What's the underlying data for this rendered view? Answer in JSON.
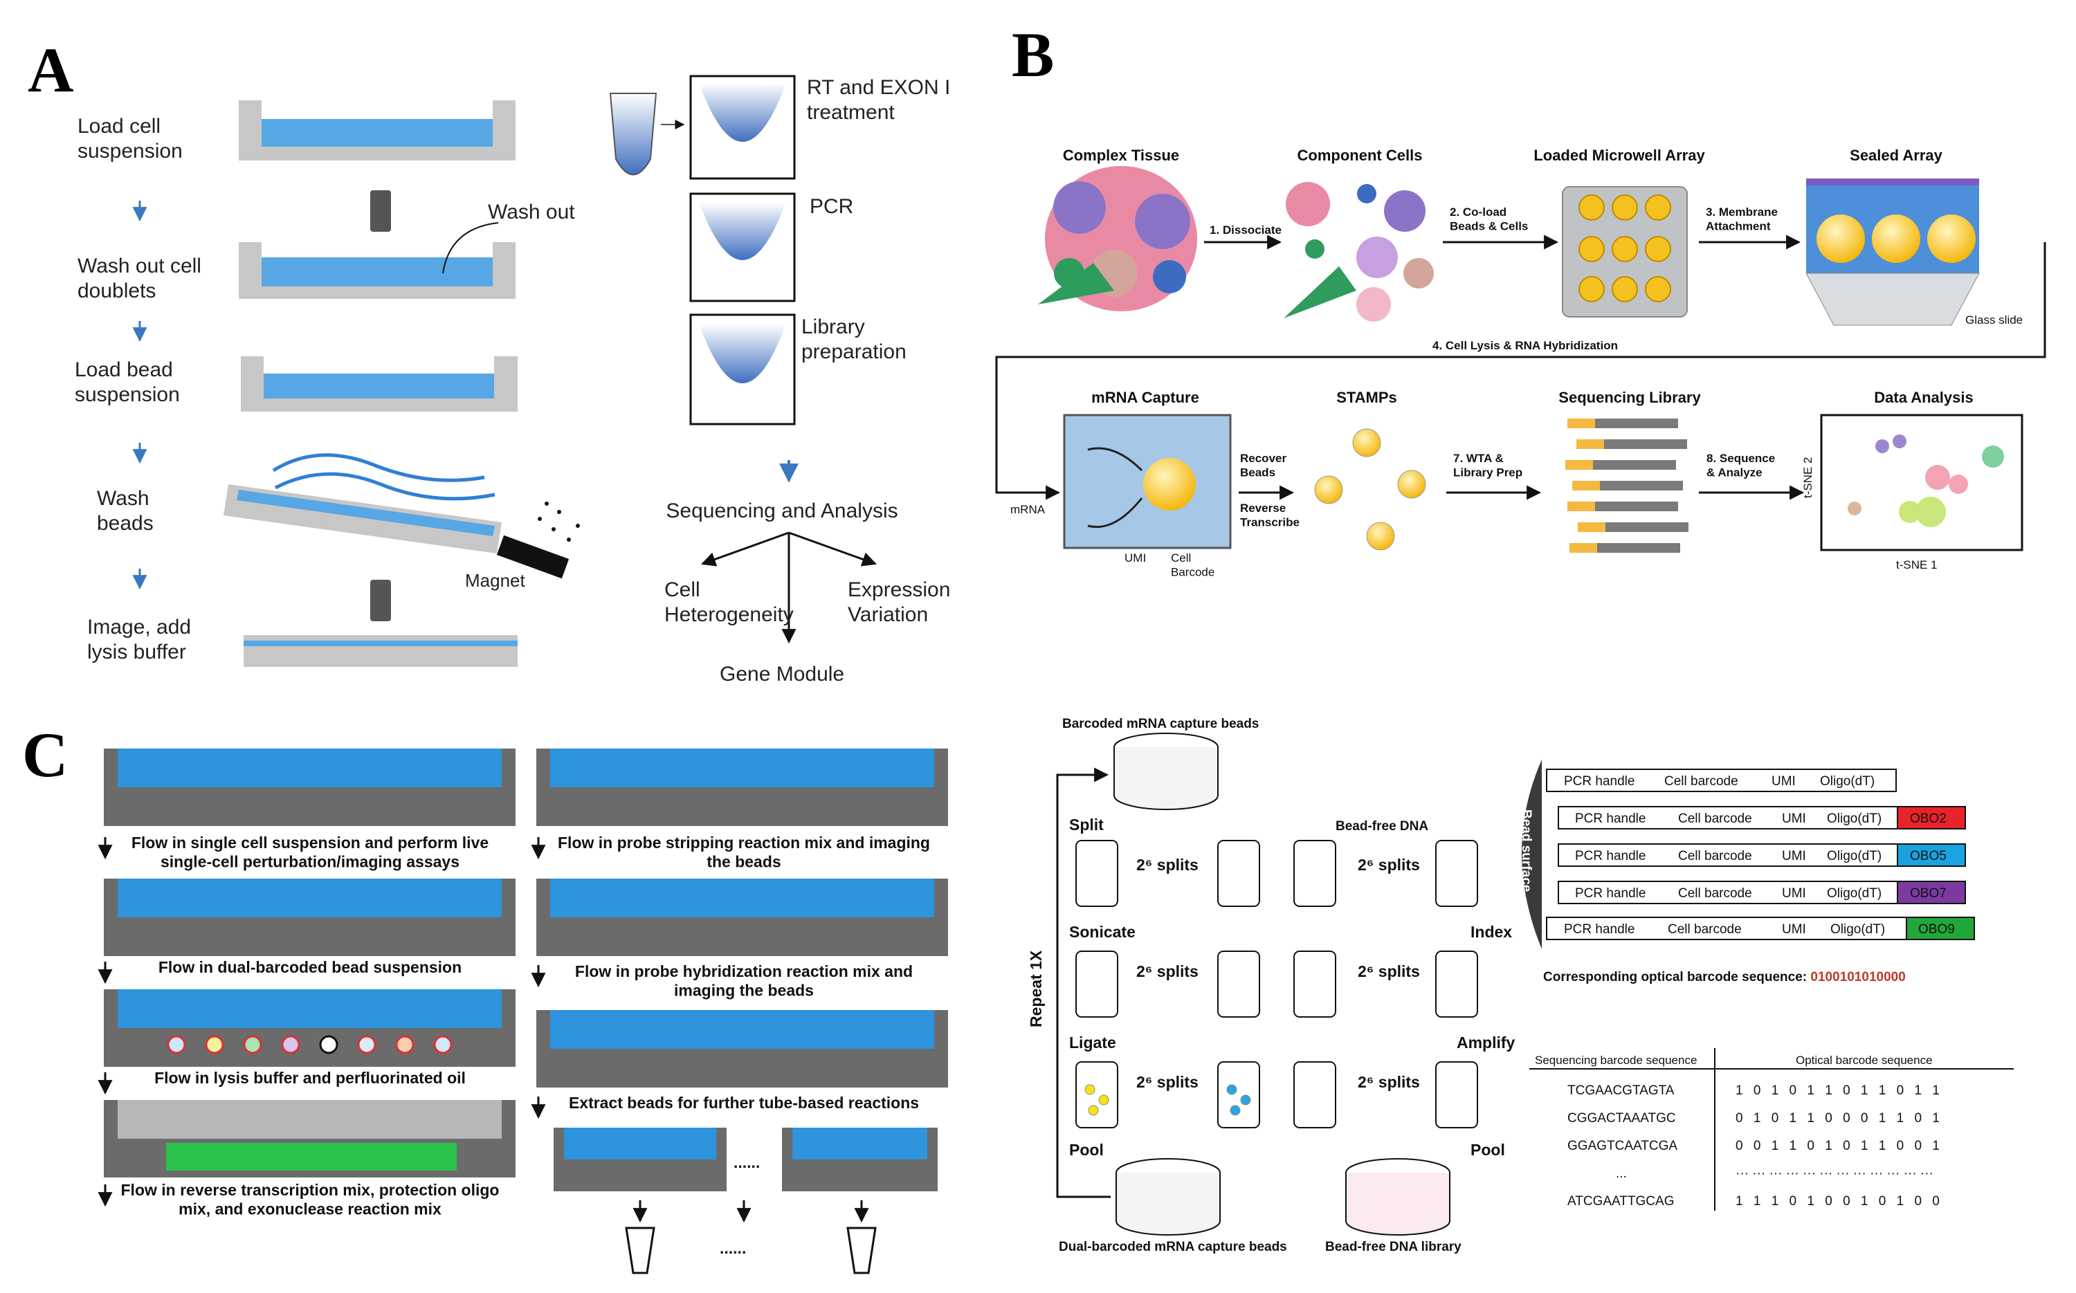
{
  "panels": {
    "a": "A",
    "b": "B",
    "c": "C"
  },
  "panelA": {
    "steps": [
      "Load  cell\nsuspension",
      "Wash out cell\ndoublets",
      "Load bead\nsuspension",
      "Wash\nbeads",
      "Image, add\nlysis buffer"
    ],
    "wash_out": "Wash out",
    "magnet": "Magnet",
    "tubes": [
      "RT and EXON I\ntreatment",
      "PCR",
      "Library\npreparation"
    ],
    "sequencing": "Sequencing and Analysis",
    "outcomes": {
      "left": "Cell\nHeterogeneity",
      "right": "Expression\nVariation",
      "bottom": "Gene Module"
    }
  },
  "panelB": {
    "stages": [
      "Complex Tissue",
      "Component Cells",
      "Loaded Microwell Array",
      "Sealed Array",
      "mRNA Capture",
      "STAMPs",
      "Sequencing Library",
      "Data Analysis"
    ],
    "arrows": [
      "1. Dissociate",
      "2. Co-load\nBeads & Cells",
      "3. Membrane\nAttachment",
      "4. Cell Lysis & RNA Hybridization",
      "Recover\nBeads",
      "Reverse\nTranscribe",
      "7. WTA &\nLibrary Prep",
      "8. Sequence\n& Analyze"
    ],
    "glass_slide": "Glass slide",
    "capture_labels": {
      "mrna": "mRNA",
      "umi": "UMI",
      "barcode": "Cell\nBarcode"
    },
    "tsne": {
      "x": "t-SNE 1",
      "y": "t-SNE 2"
    }
  },
  "panelC": {
    "captions_left": [
      "Flow in single cell suspension and perform live\nsingle-cell perturbation/imaging assays",
      "Flow in dual-barcoded bead suspension",
      "Flow in lysis buffer and perfluorinated oil",
      "Flow in reverse transcription mix, protection oligo\nmix, and exonuclease reaction mix"
    ],
    "captions_right": [
      "Flow in probe stripping reaction mix and imaging\nthe beads",
      "Flow in probe hybridization reaction mix and\nimaging the beads",
      "Extract beads for further tube-based reactions"
    ],
    "dots": "......"
  },
  "panelD": {
    "top_label": "Barcoded mRNA capture beads",
    "bead_free": "Bead-free DNA",
    "left_steps": [
      "Split",
      "Sonicate",
      "Ligate",
      "Pool"
    ],
    "right_steps": [
      "Index",
      "Amplify",
      "Pool"
    ],
    "splits": "2⁶ splits",
    "repeat": "Repeat 1X",
    "bottom_left": "Dual-barcoded mRNA capture beads",
    "bottom_right": "Bead-free DNA library",
    "bead_surface": "Bead surface",
    "oligo_parts": [
      "PCR handle",
      "Cell barcode",
      "UMI",
      "Oligo(dT)"
    ],
    "obo": [
      {
        "label": "OBO2",
        "color": "#e8232a"
      },
      {
        "label": "OBO5",
        "color": "#1aa3df"
      },
      {
        "label": "OBO7",
        "color": "#7c3aa0"
      },
      {
        "label": "OBO9",
        "color": "#22a83a"
      }
    ],
    "optical_title": "Corresponding optical barcode sequence: ",
    "optical_seq": "0100101010000",
    "table_headers": [
      "Sequencing barcode sequence",
      "Optical barcode sequence"
    ],
    "table_rows": [
      {
        "seq": "TCGAACGTAGTA",
        "bits": "1 0 1 0 1 1 0 1 1 0 1 1"
      },
      {
        "seq": "CGGACTAAATGC",
        "bits": "0 1 0 1 1 0 0 0 1 1 0 1"
      },
      {
        "seq": "GGAGTCAATCGA",
        "bits": "0 0 1 1 0 1 0 1 1 0 0 1"
      },
      {
        "seq": "...",
        "bits": "··· ··· ··· ··· ··· ··· ··· ··· ··· ··· ··· ···"
      },
      {
        "seq": "ATCGAATTGCAG",
        "bits": "1 1 1 0 1 0 0 1 0 1 0 0"
      }
    ]
  }
}
